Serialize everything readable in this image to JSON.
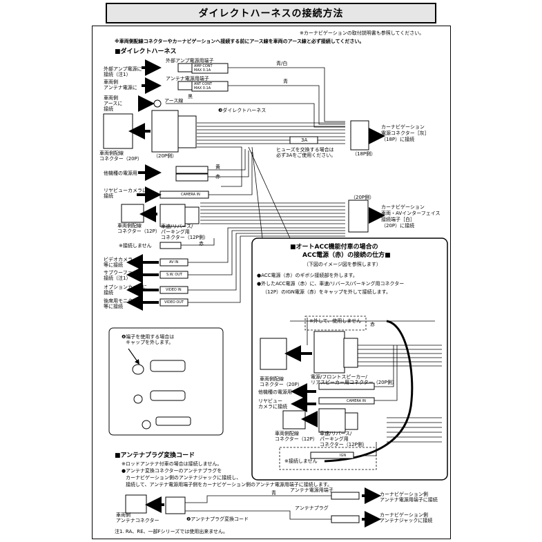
{
  "title": "ダイレクトハーネスの接続方法",
  "notes": {
    "manual_note": "※カーナビゲーションの取付説明書も参照してください。",
    "ground_note": "※車両側配線コネクターやカーナビゲーションへ接続する前にアース線を車両のアース線と必ず接続してください。"
  },
  "section_direct": {
    "heading": "■ダイレクトハーネス",
    "amp_terminal": "外部アンプ電源用端子",
    "amp_connect": [
      "外部アンプ電源に",
      "接続（注1）"
    ],
    "amp_tag": [
      "AMP CONT",
      "MAX 0.1A"
    ],
    "amp_wire": "青/白",
    "antenna_terminal": "アンテナ電源用端子",
    "antenna_connect": [
      "車両側",
      "アンテナ電源に"
    ],
    "antenna_tag": [
      "ANT CONT",
      "MAX 0.1A"
    ],
    "antenna_wire": "青",
    "ground_connect": [
      "車両側",
      "アースに",
      "接続"
    ],
    "ground_wire": "黒",
    "ground_label": "アース線",
    "harness_label": "❸ダイレクトハーネス",
    "vehicle20p": [
      "車両側配線",
      "コネクター（20P）"
    ],
    "side20p": "（20P側）",
    "fuse": "3A",
    "fuse_note": [
      "ヒューズを交換する場合は",
      "必ず3Aをご使用ください。"
    ],
    "side18p": "（18P側）",
    "navi_power": [
      "カーナビゲーション",
      "電源コネクター［灰］",
      "（18P）に接続"
    ],
    "other_power": "他機種の電源用",
    "other_wire_a": "黄",
    "other_wire_b": "赤",
    "rear_camera": [
      "リヤビューカメラに",
      "接続"
    ],
    "camera_tag": "CAMERA IN",
    "vehicle12p": [
      "車両側配線",
      "コネクター（12P）"
    ],
    "reverse12p": [
      "車速/リバース/",
      "パーキング用",
      "コネクター（12P側）"
    ],
    "side20p_b": "（20P側）",
    "navi_av": [
      "カーナビゲーション",
      "車両・AVインターフェイス",
      "接続端子［白］",
      "（20P）に接続"
    ],
    "not_connected": "※接続しません",
    "red": "赤",
    "video_camera": [
      "ビデオカメラ",
      "等に接続"
    ],
    "av_in": "AV IN",
    "subwoofer": [
      "サブウーファー に",
      "接続（注1）"
    ],
    "sw_out": "S.W. OUT",
    "option_camera": [
      "オプションカメラに",
      "接続"
    ],
    "video_in": "VIDEO IN",
    "rear_monitor": [
      "後席用モニター",
      "等に接続"
    ],
    "video_out": "VIDEO OUT",
    "cap_note": [
      "❹端子を使用する場合は",
      "キャップを外します。"
    ]
  },
  "section_acc": {
    "heading": [
      "■オートACC機能付車の場合の",
      "ACC電源（赤）の接続の仕方■"
    ],
    "subheading": "（下図のイメージ図を参照します）",
    "bullet1": "●ACC電源（赤）のギボシ接続部を外します。",
    "bullet2": [
      "●外したACC電源（赤）に、車速/リバース/パーキング用コネクター",
      "（12P）のIGN電源（赤）をキャップを外して接続します。"
    ],
    "removed_note": "※外して、使用しません",
    "red": "赤",
    "vehicle20p": [
      "車両側配線",
      "コネクター（20P）"
    ],
    "speaker20p": [
      "電源/フロントスピーカー/",
      "リアスピーカー用コネクター（20P側）"
    ],
    "other_power": "他機種の電源用",
    "rear_camera": [
      "リヤビュー",
      "カメラに接続"
    ],
    "camera_tag": "CAMERA IN",
    "vehicle12p": [
      "車両側配線",
      "コネクター（12P）"
    ],
    "reverse12p": [
      "車速/リバース/",
      "パーキング用",
      "コネクター（12P側）"
    ],
    "not_connected": "※接続しません",
    "ign": "IGN"
  },
  "section_antenna": {
    "heading": "■アンテナプラグ変換コード",
    "note1": "※ロッドアンテナ付車の場合は接続しません。",
    "note2": [
      "●アンテナ変換コネクターのアンテナプラグを",
      "カーナビゲーション側のアンテナジャックに接続し、",
      "接続して、アンテナ電源用端子側をカーナビゲーション側のアンテナ電源用端子に接続します。"
    ],
    "antenna_terminal": "アンテナ電源用端子",
    "blue": "青",
    "vehicle_ant": [
      "車両側",
      "アンテナコネクター"
    ],
    "converter": "❷アンテナプラグ変換コード",
    "antenna_plug": "アンテナプラグ",
    "navi_ant_power": [
      "カーナビゲーション側",
      "アンテナ電源用端子に接続"
    ],
    "navi_ant_jack": [
      "カーナビゲーション側",
      "アンテナジャックに接続"
    ],
    "footnote": "注1. RA、RE、一部Fシリーズでは使用出来ません。"
  }
}
